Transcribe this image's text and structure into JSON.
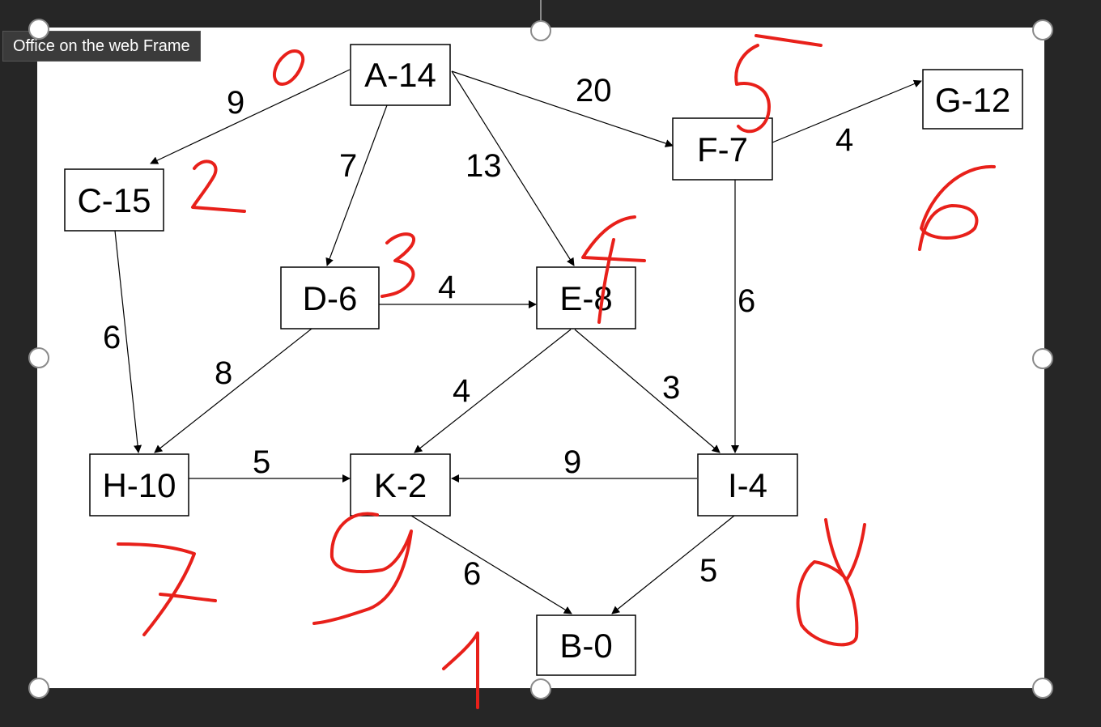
{
  "window": {
    "frame_tooltip": "Office on the web Frame"
  },
  "diagram": {
    "nodes": [
      {
        "id": "A",
        "label": "A-14"
      },
      {
        "id": "C",
        "label": "C-15"
      },
      {
        "id": "D",
        "label": "D-6"
      },
      {
        "id": "E",
        "label": "E-8"
      },
      {
        "id": "F",
        "label": "F-7"
      },
      {
        "id": "G",
        "label": "G-12"
      },
      {
        "id": "H",
        "label": "H-10"
      },
      {
        "id": "K",
        "label": "K-2"
      },
      {
        "id": "I",
        "label": "I-4"
      },
      {
        "id": "B",
        "label": "B-0"
      }
    ],
    "edges": [
      {
        "from": "A",
        "to": "C",
        "weight": "9"
      },
      {
        "from": "A",
        "to": "D",
        "weight": "7"
      },
      {
        "from": "A",
        "to": "E",
        "weight": "13"
      },
      {
        "from": "A",
        "to": "F",
        "weight": "20"
      },
      {
        "from": "F",
        "to": "G",
        "weight": "4"
      },
      {
        "from": "F",
        "to": "I",
        "weight": "6"
      },
      {
        "from": "C",
        "to": "H",
        "weight": "6"
      },
      {
        "from": "D",
        "to": "E",
        "weight": "4"
      },
      {
        "from": "D",
        "to": "H",
        "weight": "8"
      },
      {
        "from": "E",
        "to": "K",
        "weight": "4"
      },
      {
        "from": "E",
        "to": "I",
        "weight": "3"
      },
      {
        "from": "H",
        "to": "K",
        "weight": "5"
      },
      {
        "from": "I",
        "to": "K",
        "weight": "9"
      },
      {
        "from": "K",
        "to": "B",
        "weight": "6"
      },
      {
        "from": "I",
        "to": "B",
        "weight": "5"
      }
    ],
    "handwritten_order": [
      {
        "node": "A",
        "number": "0"
      },
      {
        "node": "C",
        "number": "2"
      },
      {
        "node": "D",
        "number": "3"
      },
      {
        "node": "E",
        "number": "4"
      },
      {
        "node": "F",
        "number": "5"
      },
      {
        "node": "G",
        "number": "6"
      },
      {
        "node": "H",
        "number": "7"
      },
      {
        "node": "K",
        "number": "9"
      },
      {
        "node": "I",
        "number": "8"
      },
      {
        "node": "B",
        "number": "1"
      }
    ],
    "colors": {
      "annotation": "#e8201a",
      "frame_background": "#262626"
    }
  }
}
